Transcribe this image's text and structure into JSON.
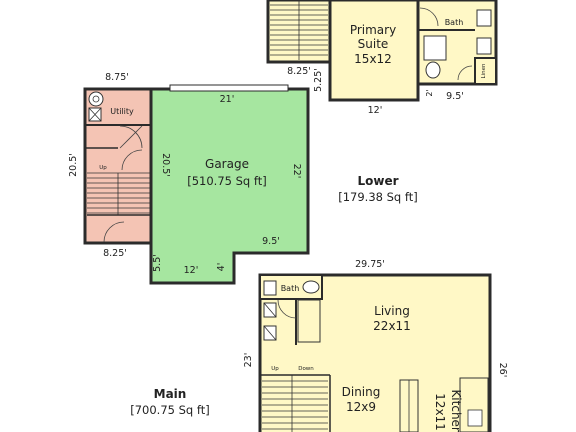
{
  "colors": {
    "garage": "#a6e6a0",
    "utility": "#f4c4b4",
    "rooms": "#fff8c6",
    "wall": "#2b2b2b"
  },
  "sections": {
    "lower": {
      "title": "Lower",
      "area": "[179.38 Sq ft]"
    },
    "main": {
      "title": "Main",
      "area": "[700.75 Sq ft]"
    }
  },
  "rooms": {
    "primary_suite": {
      "line1": "Primary",
      "line2": "Suite",
      "size": "15x12"
    },
    "bath_top": {
      "label": "Bath"
    },
    "linen": {
      "label": "Linen"
    },
    "utility": {
      "label": "Utility"
    },
    "garage": {
      "label": "Garage",
      "area": "[510.75 Sq ft]"
    },
    "bath_main": {
      "label": "Bath"
    },
    "living": {
      "label": "Living",
      "size": "22x11"
    },
    "dining": {
      "label": "Dining",
      "size": "12x9"
    },
    "kitchen": {
      "label": "Kitchen",
      "size": "12x11"
    }
  },
  "stairs": {
    "up_utility": "Up",
    "up_main": "Up",
    "down_main": "Down"
  },
  "dimensions": {
    "top_8_25": "8.25'",
    "top_5_25": "5.25'",
    "top_12": "12'",
    "top_2": "2'",
    "top_9_5": "9.5'",
    "util_8_75": "8.75'",
    "util_20_5": "20.5'",
    "util_8_25": "8.25'",
    "gar_21": "21'",
    "gar_20_5": "20.5'",
    "gar_22": "22'",
    "gar_9_5": "9.5'",
    "gar_12": "12'",
    "gar_4": "4'",
    "gar_5_5": "5.5'",
    "main_29_75": "29.75'",
    "main_23": "23'",
    "main_26": "26'"
  }
}
